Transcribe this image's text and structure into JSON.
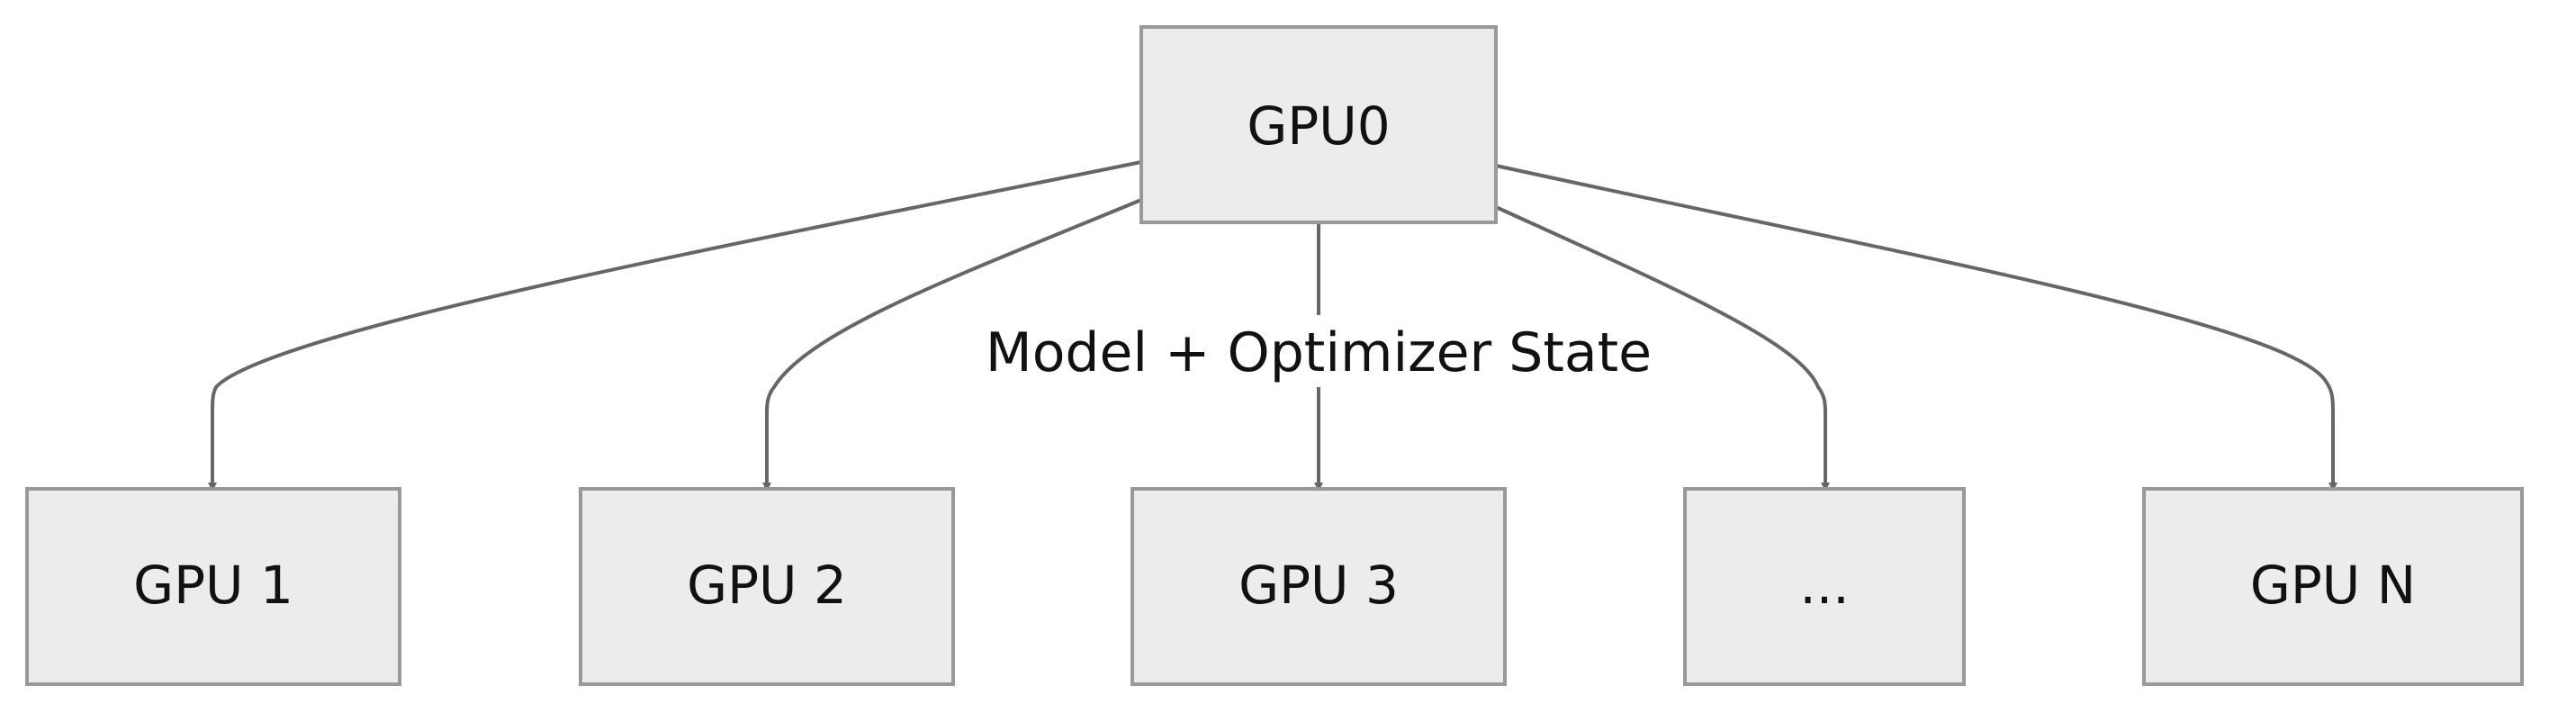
{
  "diagram": {
    "root": {
      "label": "GPU0"
    },
    "edge_label": "Model + Optimizer State",
    "children": [
      {
        "label": "GPU 1"
      },
      {
        "label": "GPU 2"
      },
      {
        "label": "GPU 3"
      },
      {
        "label": "..."
      },
      {
        "label": "GPU N"
      }
    ]
  },
  "colors": {
    "node_fill": "#ececec",
    "node_border": "#999999",
    "edge": "#666666",
    "text": "#111111"
  }
}
